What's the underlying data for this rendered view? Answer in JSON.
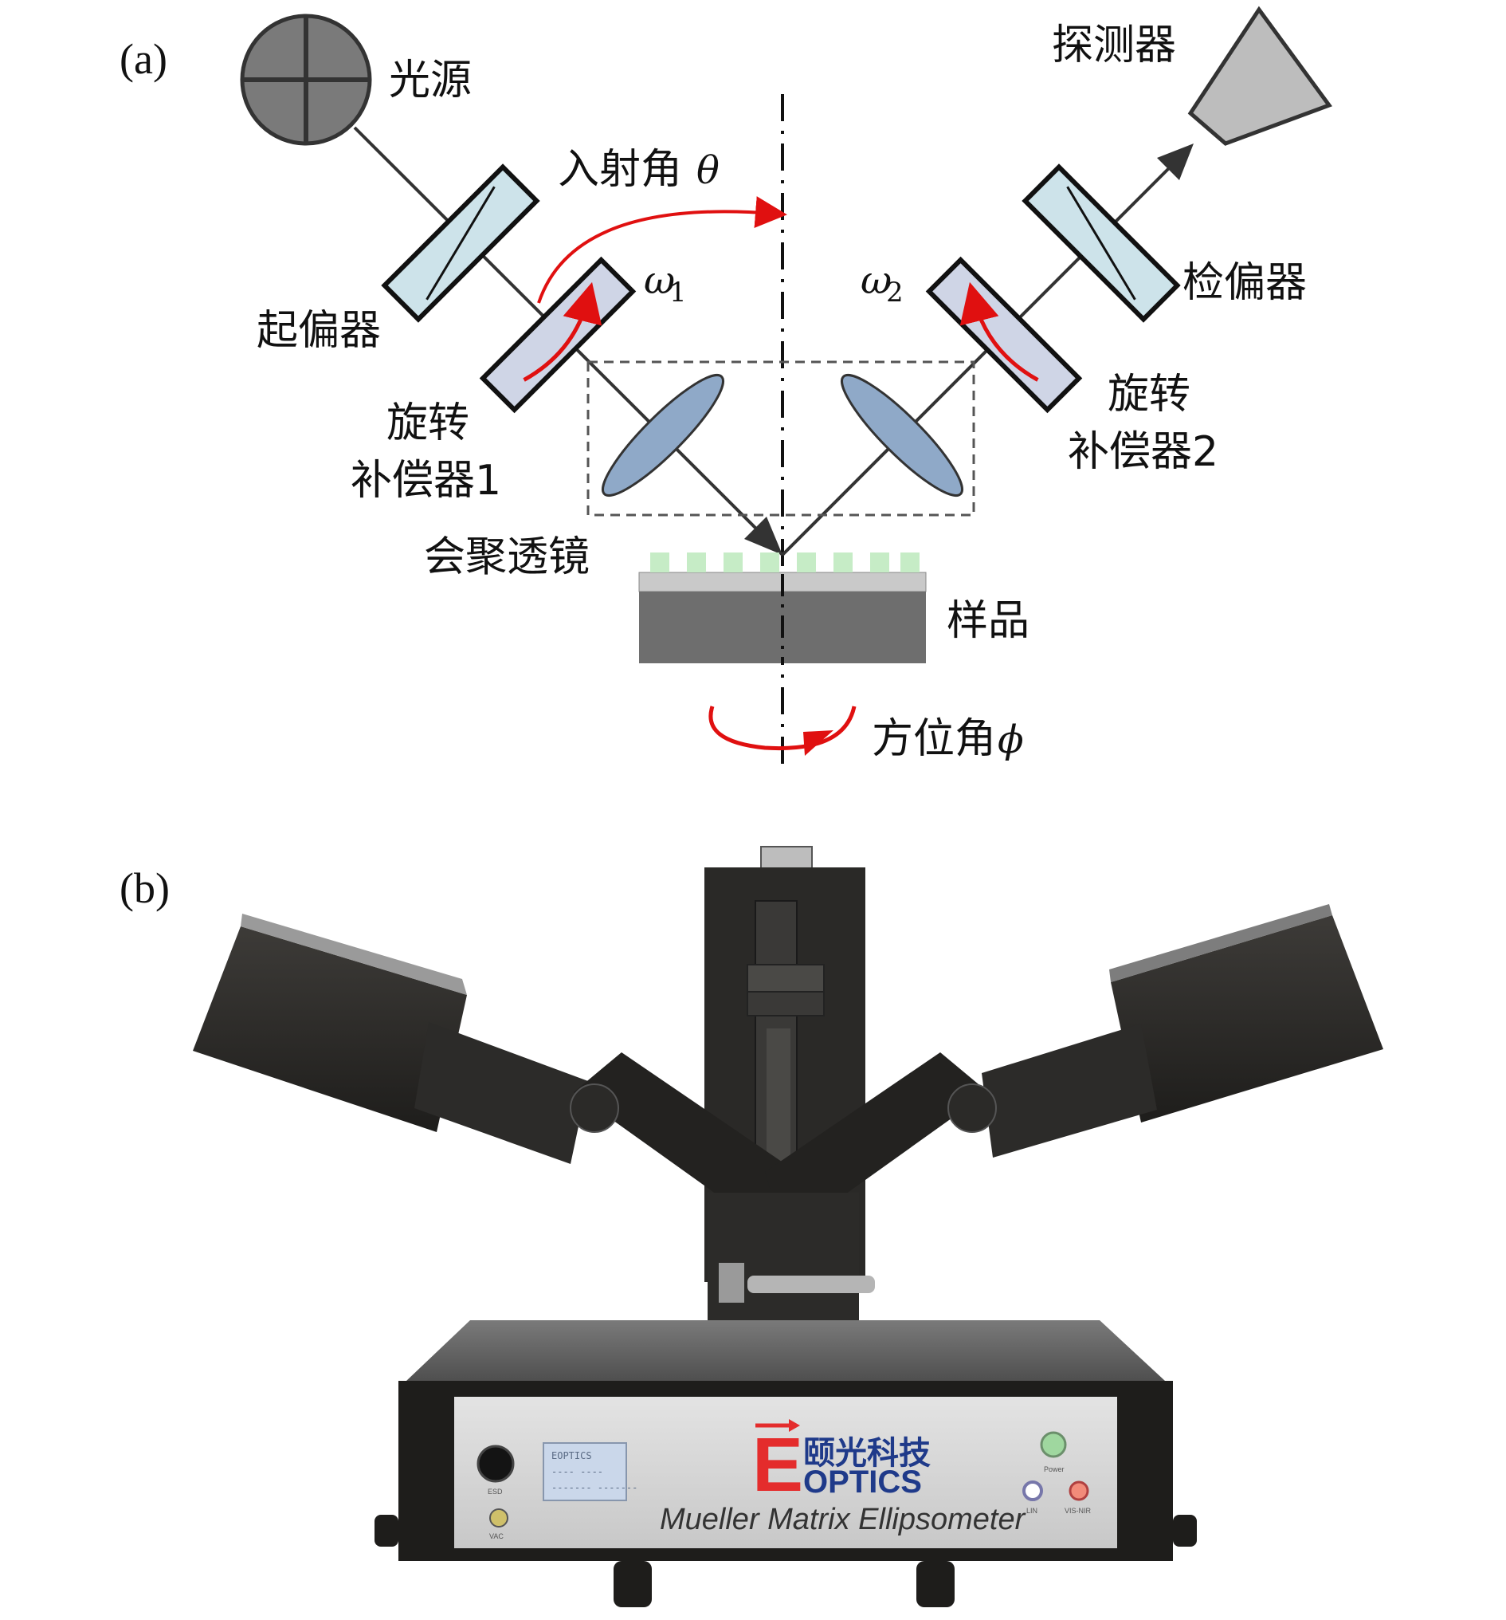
{
  "panel_a": {
    "label": "(a)",
    "light_source": "光源",
    "detector": "探测器",
    "polarizer": "起偏器",
    "analyzer": "检偏器",
    "incidence_angle": "入射角",
    "incidence_symbol": "θ",
    "omega1": "ω",
    "omega1_sub": "1",
    "omega2": "ω",
    "omega2_sub": "2",
    "compensator1_line1": "旋转",
    "compensator1_line2": "补偿器1",
    "compensator2_line1": "旋转",
    "compensator2_line2": "补偿器2",
    "focusing_lens": "会聚透镜",
    "sample": "样品",
    "azimuth_angle": "方位角",
    "azimuth_symbol": "ϕ"
  },
  "panel_b": {
    "label": "(b)",
    "brand_cn": "颐光科技",
    "brand_en": "OPTICS",
    "product_name": "Mueller Matrix Ellipsometer",
    "lcd_line1": "EOPTICS",
    "lcd_line2": "----  ----",
    "lcd_line3": "-------  -------",
    "knob_label": "ESD",
    "port_label": "VAC",
    "power_label": "Power",
    "led1_label": "LIN",
    "led2_label": "VIS-NIR"
  },
  "colors": {
    "arrow_red": "#e01010",
    "optic_fill": "#cde3ea",
    "lens_fill": "#8fa9c8",
    "source_fill": "#7a7a7a",
    "detector_fill": "#bdbdbd",
    "sample_dark": "#6e6e6e",
    "sample_layer": "#c9c9c9",
    "grating_fill": "#c6ecc6",
    "instrument_dark": "#2b2a28",
    "instrument_panel": "#d9d9d9",
    "brand_red": "#e42c2c",
    "brand_blue": "#1f3a8a"
  }
}
